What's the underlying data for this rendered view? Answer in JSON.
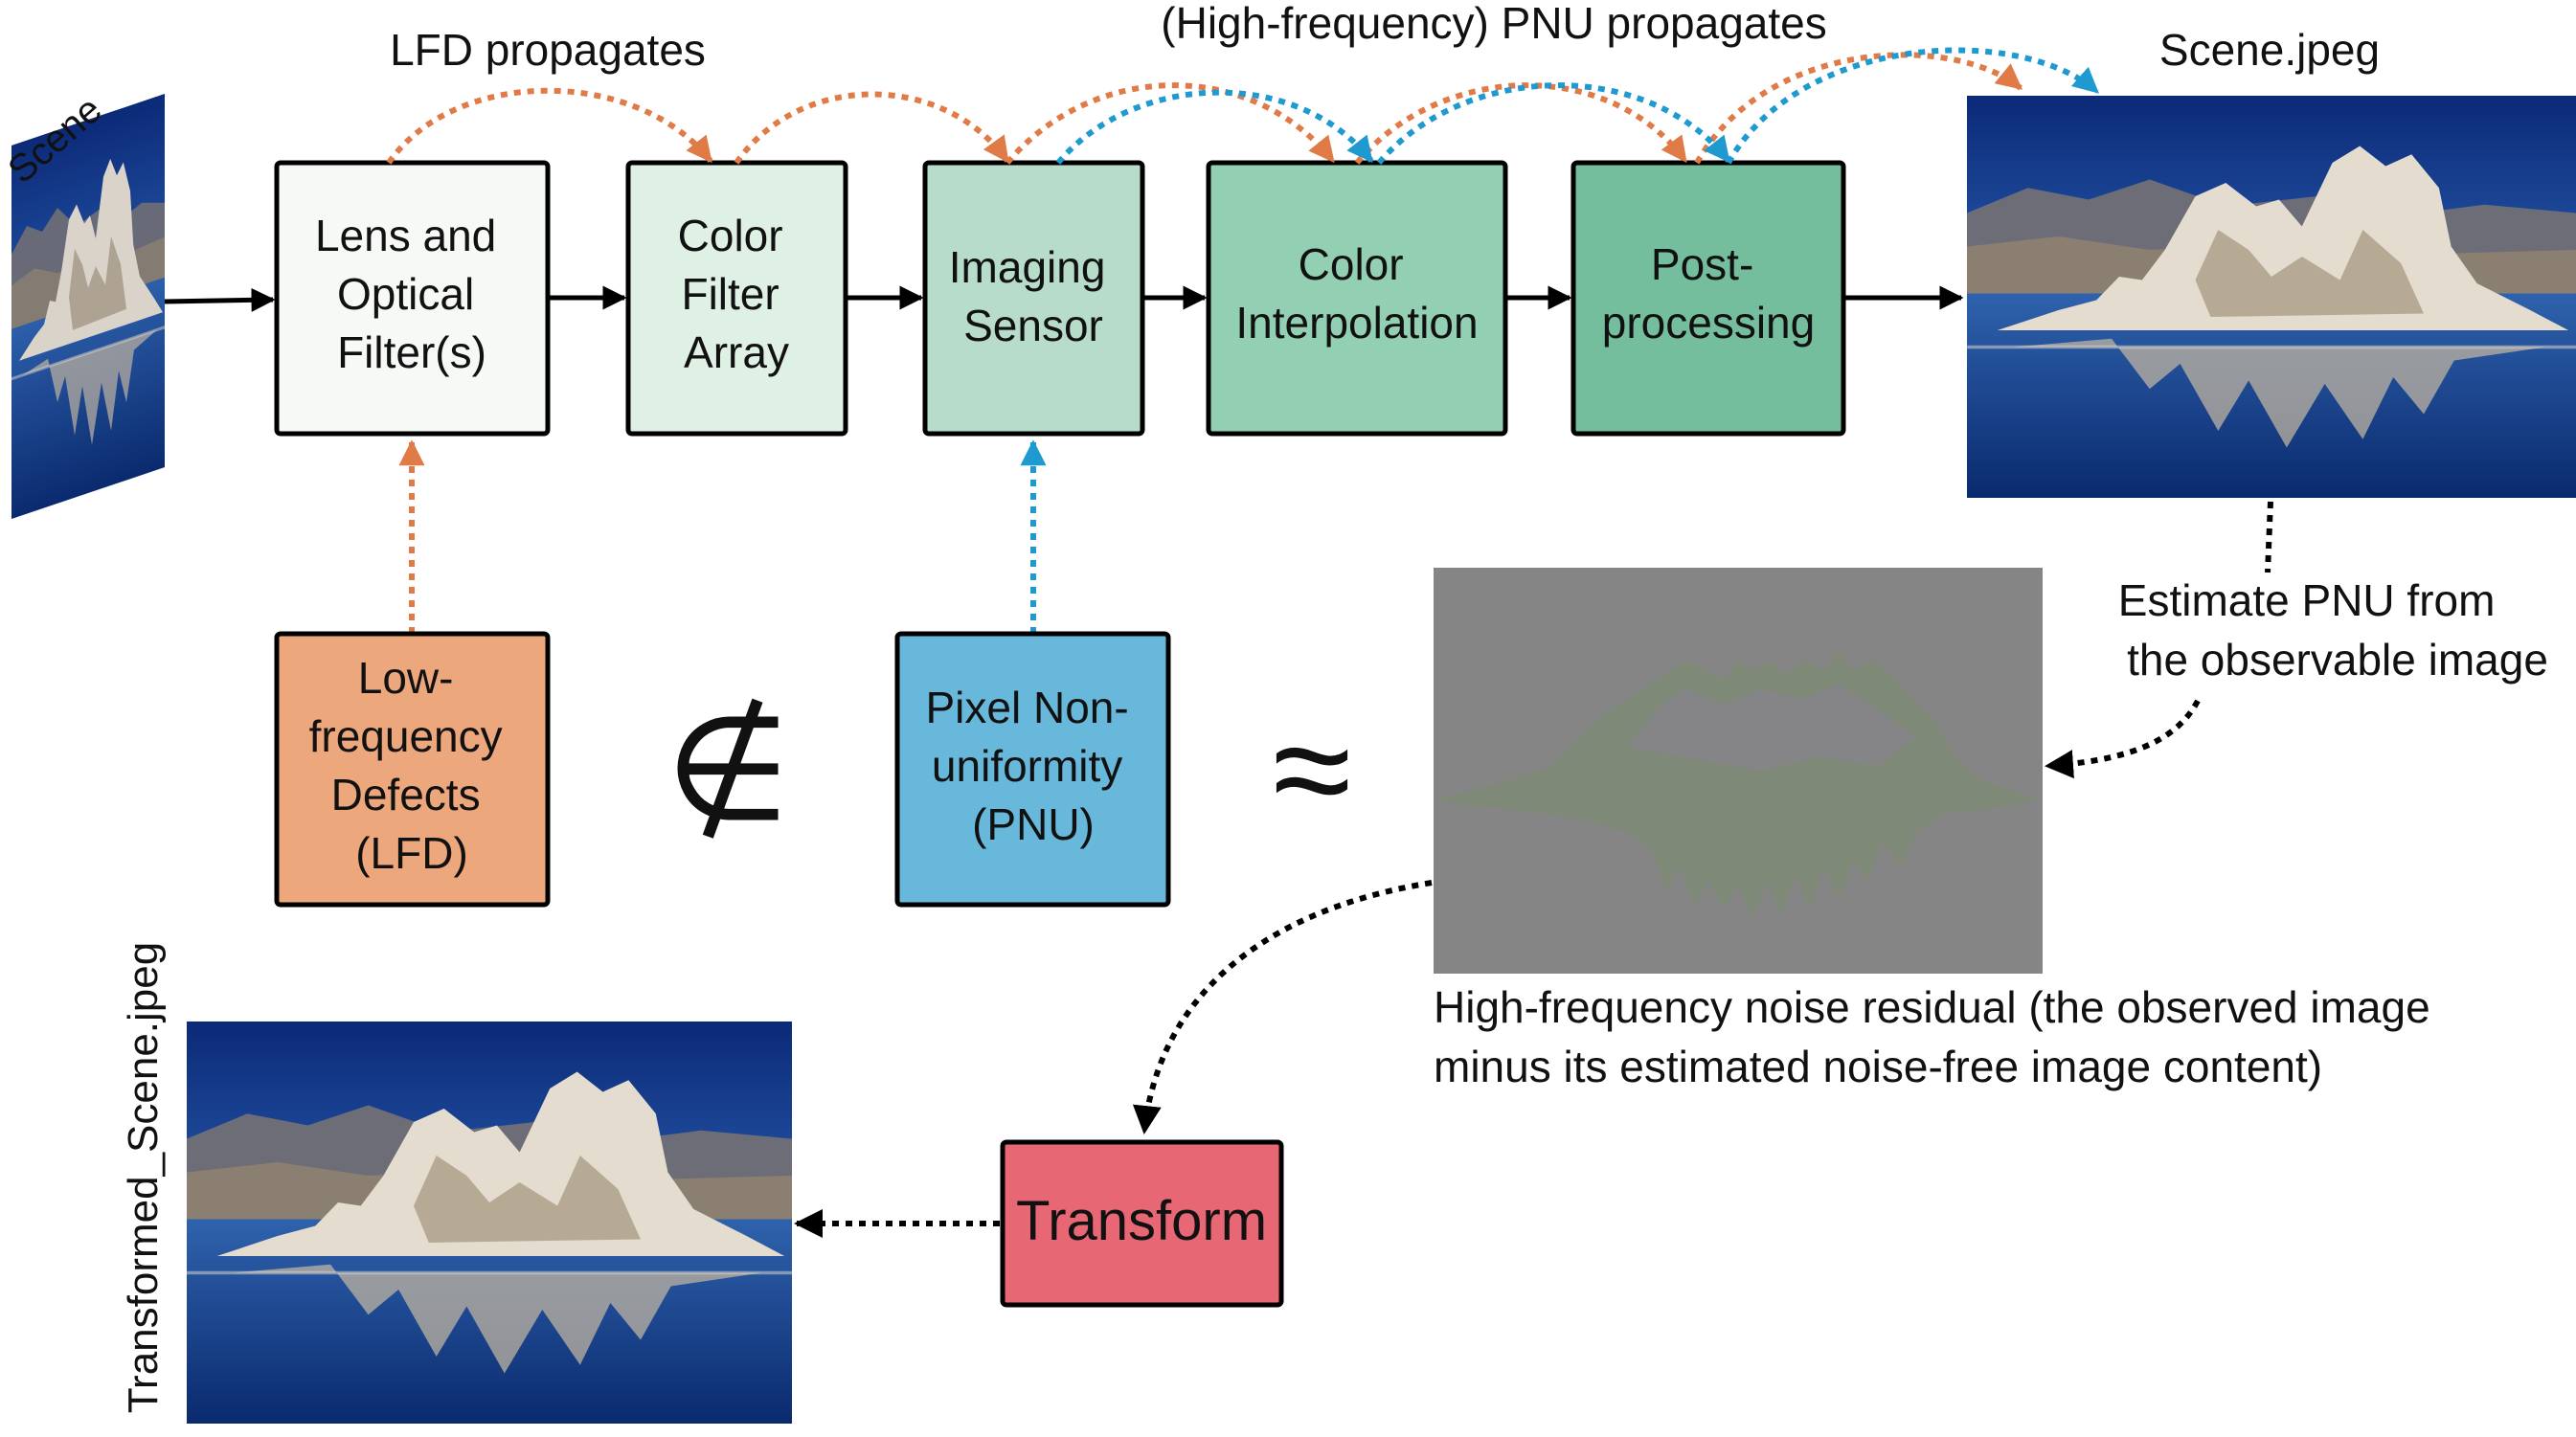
{
  "labels": {
    "lfd_propagates": "LFD propagates",
    "pnu_propagates": "(High-frequency) PNU propagates",
    "scene": "Scene",
    "scene_jpeg": "Scene.jpeg",
    "transformed_jpeg": "Transformed_Scene.jpeg",
    "estimate_line1": "Estimate PNU from",
    "estimate_line2": "the observable image",
    "residual_line1": "High-frequency noise residual (the observed image",
    "residual_line2": "minus its estimated noise-free image content)",
    "not_subset_symbol": "∉",
    "approx_symbol": "≈"
  },
  "pipeline": {
    "lens": [
      "Lens and",
      "Optical",
      "Filter(s)"
    ],
    "cfa": [
      "Color",
      "Filter",
      "Array"
    ],
    "sensor": [
      "Imaging",
      "Sensor"
    ],
    "interp": [
      "Color",
      "Interpolation"
    ],
    "post": [
      "Post-",
      "processing"
    ]
  },
  "sources": {
    "lfd": [
      "Low-",
      "frequency",
      "Defects",
      "(LFD)"
    ],
    "pnu": [
      "Pixel Non-",
      "uniformity",
      "(PNU)"
    ]
  },
  "transform": {
    "label": "Transform"
  },
  "colors": {
    "lfd_arrow": "#e07b48",
    "pnu_arrow": "#1e9ad0",
    "lens_fill": "#f6f9f5",
    "cfa_fill": "#dff0e4",
    "sensor_fill": "#b7ddca",
    "interp_fill": "#93cfb2",
    "post_fill": "#74bd9d",
    "lfd_fill": "#eda77c",
    "pnu_fill": "#67b8db",
    "transform_fill": "#e86775",
    "residual_gray": "#858585"
  }
}
